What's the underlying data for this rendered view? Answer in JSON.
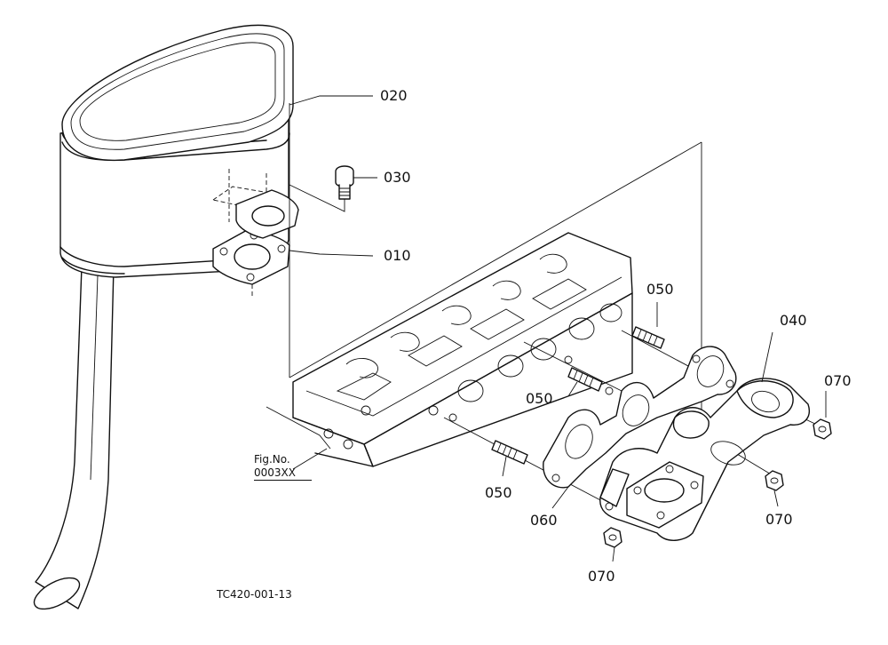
{
  "callouts": {
    "p010": "010",
    "p020": "020",
    "p030": "030",
    "p040": "040",
    "p050_a": "050",
    "p050_b": "050",
    "p050_c": "050",
    "p060": "060",
    "p070_a": "070",
    "p070_b": "070",
    "p070_c": "070"
  },
  "figure_ref": {
    "line1": "Fig.No.",
    "line2": "0003XX"
  },
  "drawing_code": "TC420-001-13"
}
